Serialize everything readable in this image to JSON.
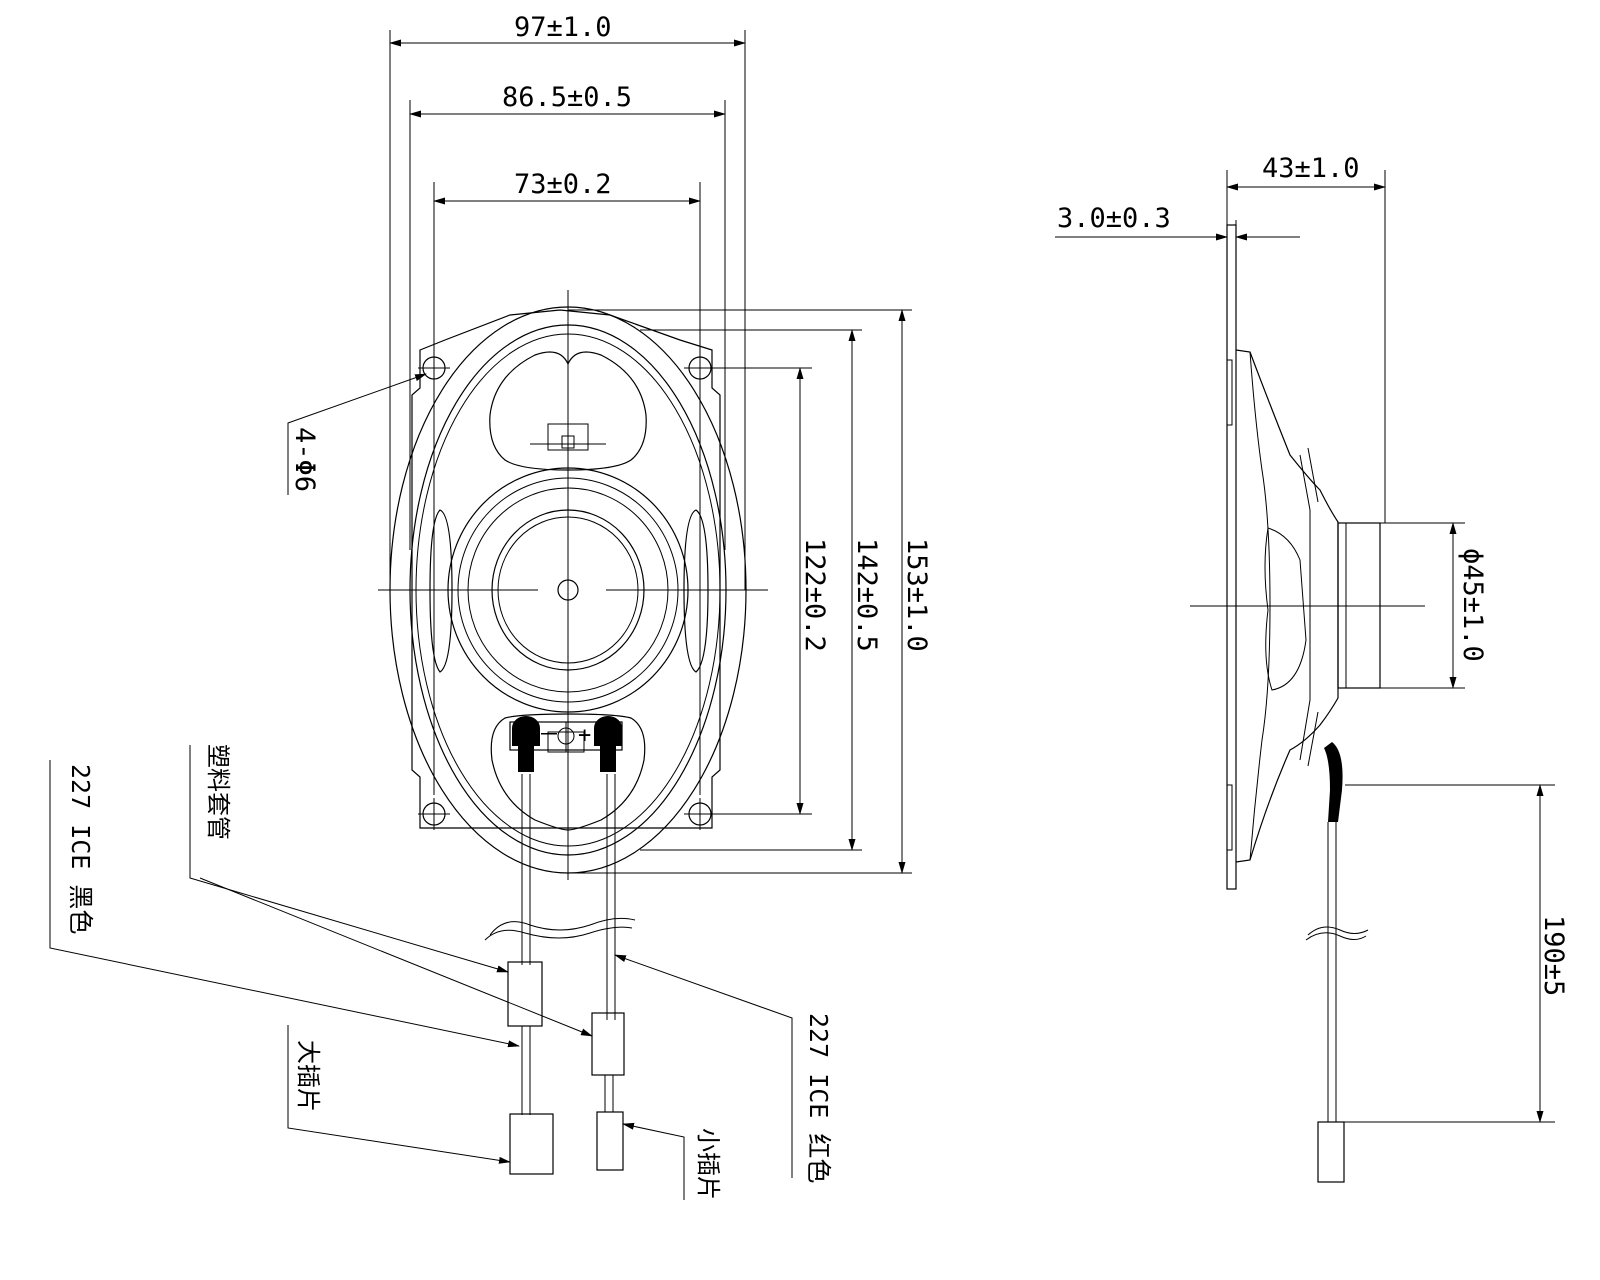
{
  "dims": {
    "outer_width": "97±1.0",
    "mid_width": "86.5±0.5",
    "inner_width": "73±0.2",
    "hole_spacing": "122±0.2",
    "mid_height": "142±0.5",
    "overall_height": "153±1.0",
    "depth": "43±1.0",
    "flange": "3.0±0.3",
    "magnet_dia": "ϕ45±1.0",
    "lead_length": "190±5",
    "holes": "4-Φ6"
  },
  "labels": {
    "black_wire": "227 ICE  黑色",
    "sleeve": "塑料套管",
    "red_wire": "227 ICE  红色",
    "large_tab": "大插片",
    "small_tab": "小插片"
  },
  "terminal_marks": {
    "minus": "－",
    "plus": "+"
  }
}
